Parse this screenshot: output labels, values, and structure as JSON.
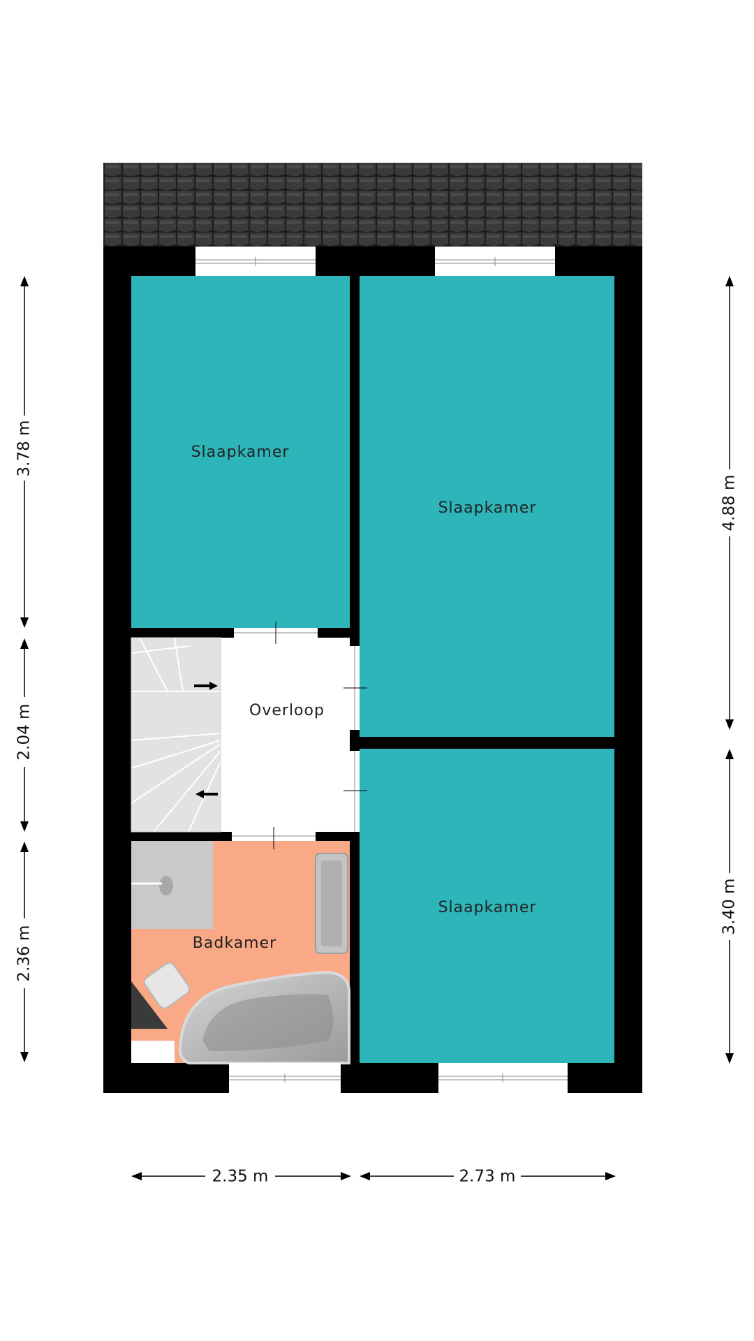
{
  "colors": {
    "bedroom": "#2db5ba",
    "bathroom": "#f9a986",
    "landing": "#ffffff",
    "wall": "#000000",
    "roof": "#2e2e2e",
    "stairs": "#e3e3e3",
    "fixture": "#c8c8c8"
  },
  "rooms": {
    "bedroom_top_left": "Slaapkamer",
    "bedroom_top_right": "Slaapkamer",
    "bedroom_bottom_right": "Slaapkamer",
    "landing": "Overloop",
    "bathroom": "Badkamer"
  },
  "dimensions": {
    "left": [
      "3.78 m",
      "2.04 m",
      "2.36 m"
    ],
    "right": [
      "4.88 m",
      "3.40 m"
    ],
    "bottom": [
      "2.35 m",
      "2.73 m"
    ]
  }
}
